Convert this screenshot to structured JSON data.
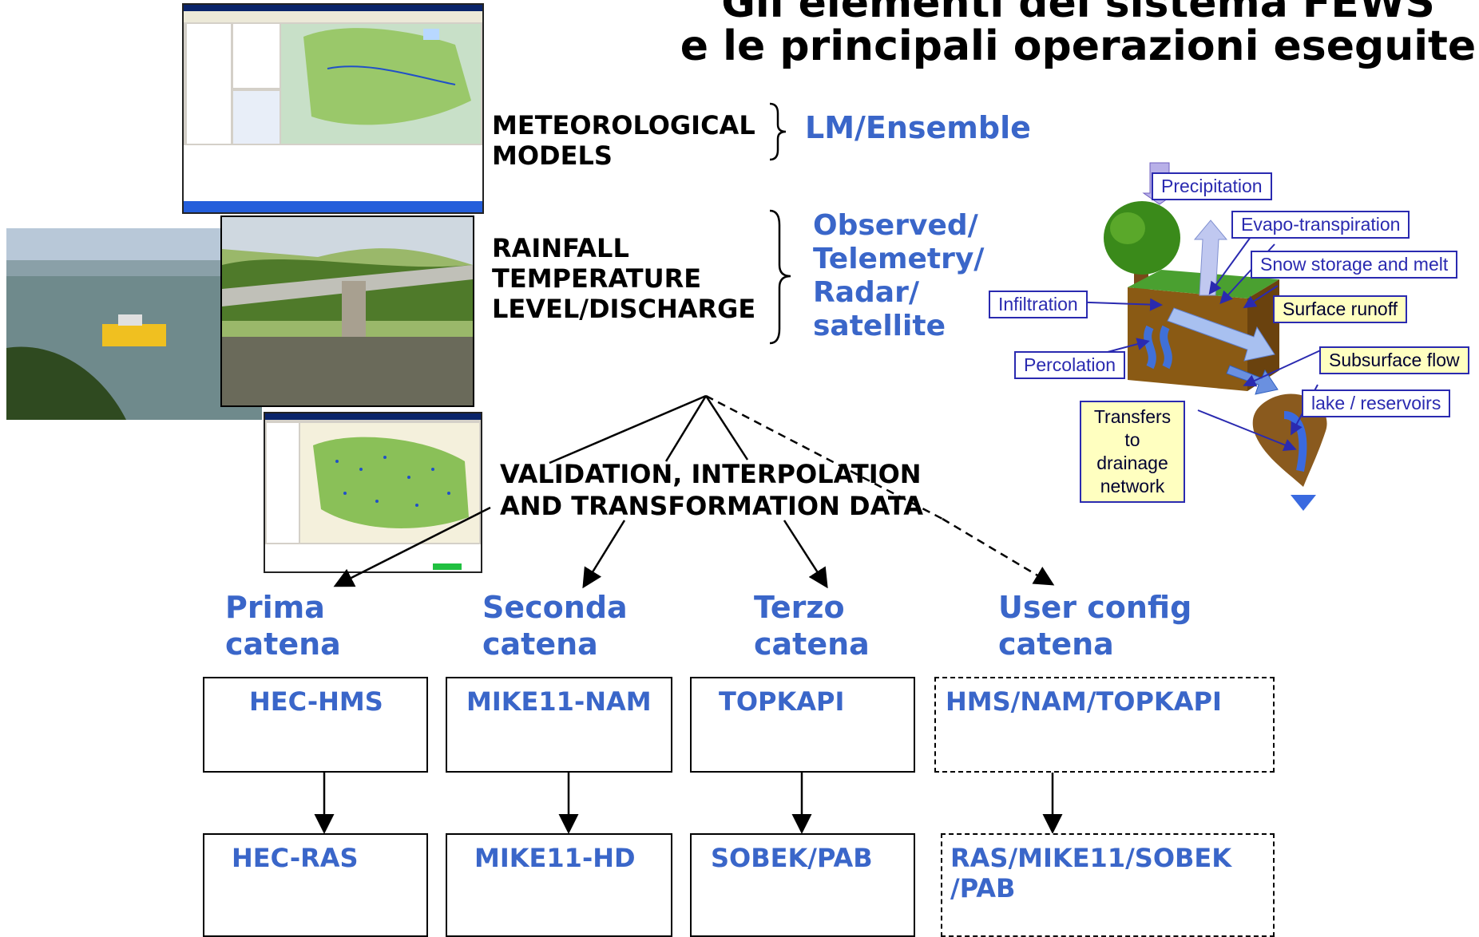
{
  "title": {
    "line1": "Gli elementi del sistema FEWS",
    "line2": "e le principali operazioni eseguite"
  },
  "inputs": {
    "meteo_label": "METEOROLOGICAL\nMODELS",
    "meteo_value": "LM/Ensemble",
    "obs_label": "RAINFALL\nTEMPERATURE\nLEVEL/DISCHARGE",
    "obs_value": "Observed/\nTelemetry/\nRadar/\nsatellite"
  },
  "processing": {
    "label": "VALIDATION, INTERPOLATION\nAND TRANSFORMATION DATA"
  },
  "chains": [
    {
      "name": "Prima\ncatena",
      "hydrologic": "HEC-HMS",
      "hydraulic": "HEC-RAS",
      "dashed": false
    },
    {
      "name": "Seconda\ncatena",
      "hydrologic": "MIKE11-NAM",
      "hydraulic": "MIKE11-HD",
      "dashed": false
    },
    {
      "name": "Terzo\ncatena",
      "hydrologic": "TOPKAPI",
      "hydraulic": "SOBEK/PAB",
      "dashed": false
    },
    {
      "name": "User config\ncatena",
      "hydrologic": "HMS/NAM/TOPKAPI",
      "hydraulic": "RAS/MIKE11/SOBEK\n/PAB",
      "dashed": true
    }
  ],
  "hydro_cycle": {
    "precipitation": "Precipitation",
    "evapotranspiration": "Evapo-transpiration",
    "snow": "Snow storage and melt",
    "infiltration": "Infiltration",
    "surface_runoff": "Surface runoff",
    "percolation": "Percolation",
    "subsurface_flow": "Subsurface flow",
    "lake": "lake / reservoirs",
    "transfers": "Transfers\nto\ndrainage\nnetwork"
  },
  "colors": {
    "accent_blue": "#3a66c9",
    "label_border": "#2a2ab0",
    "highlight_yellow": "#ffffc0"
  }
}
